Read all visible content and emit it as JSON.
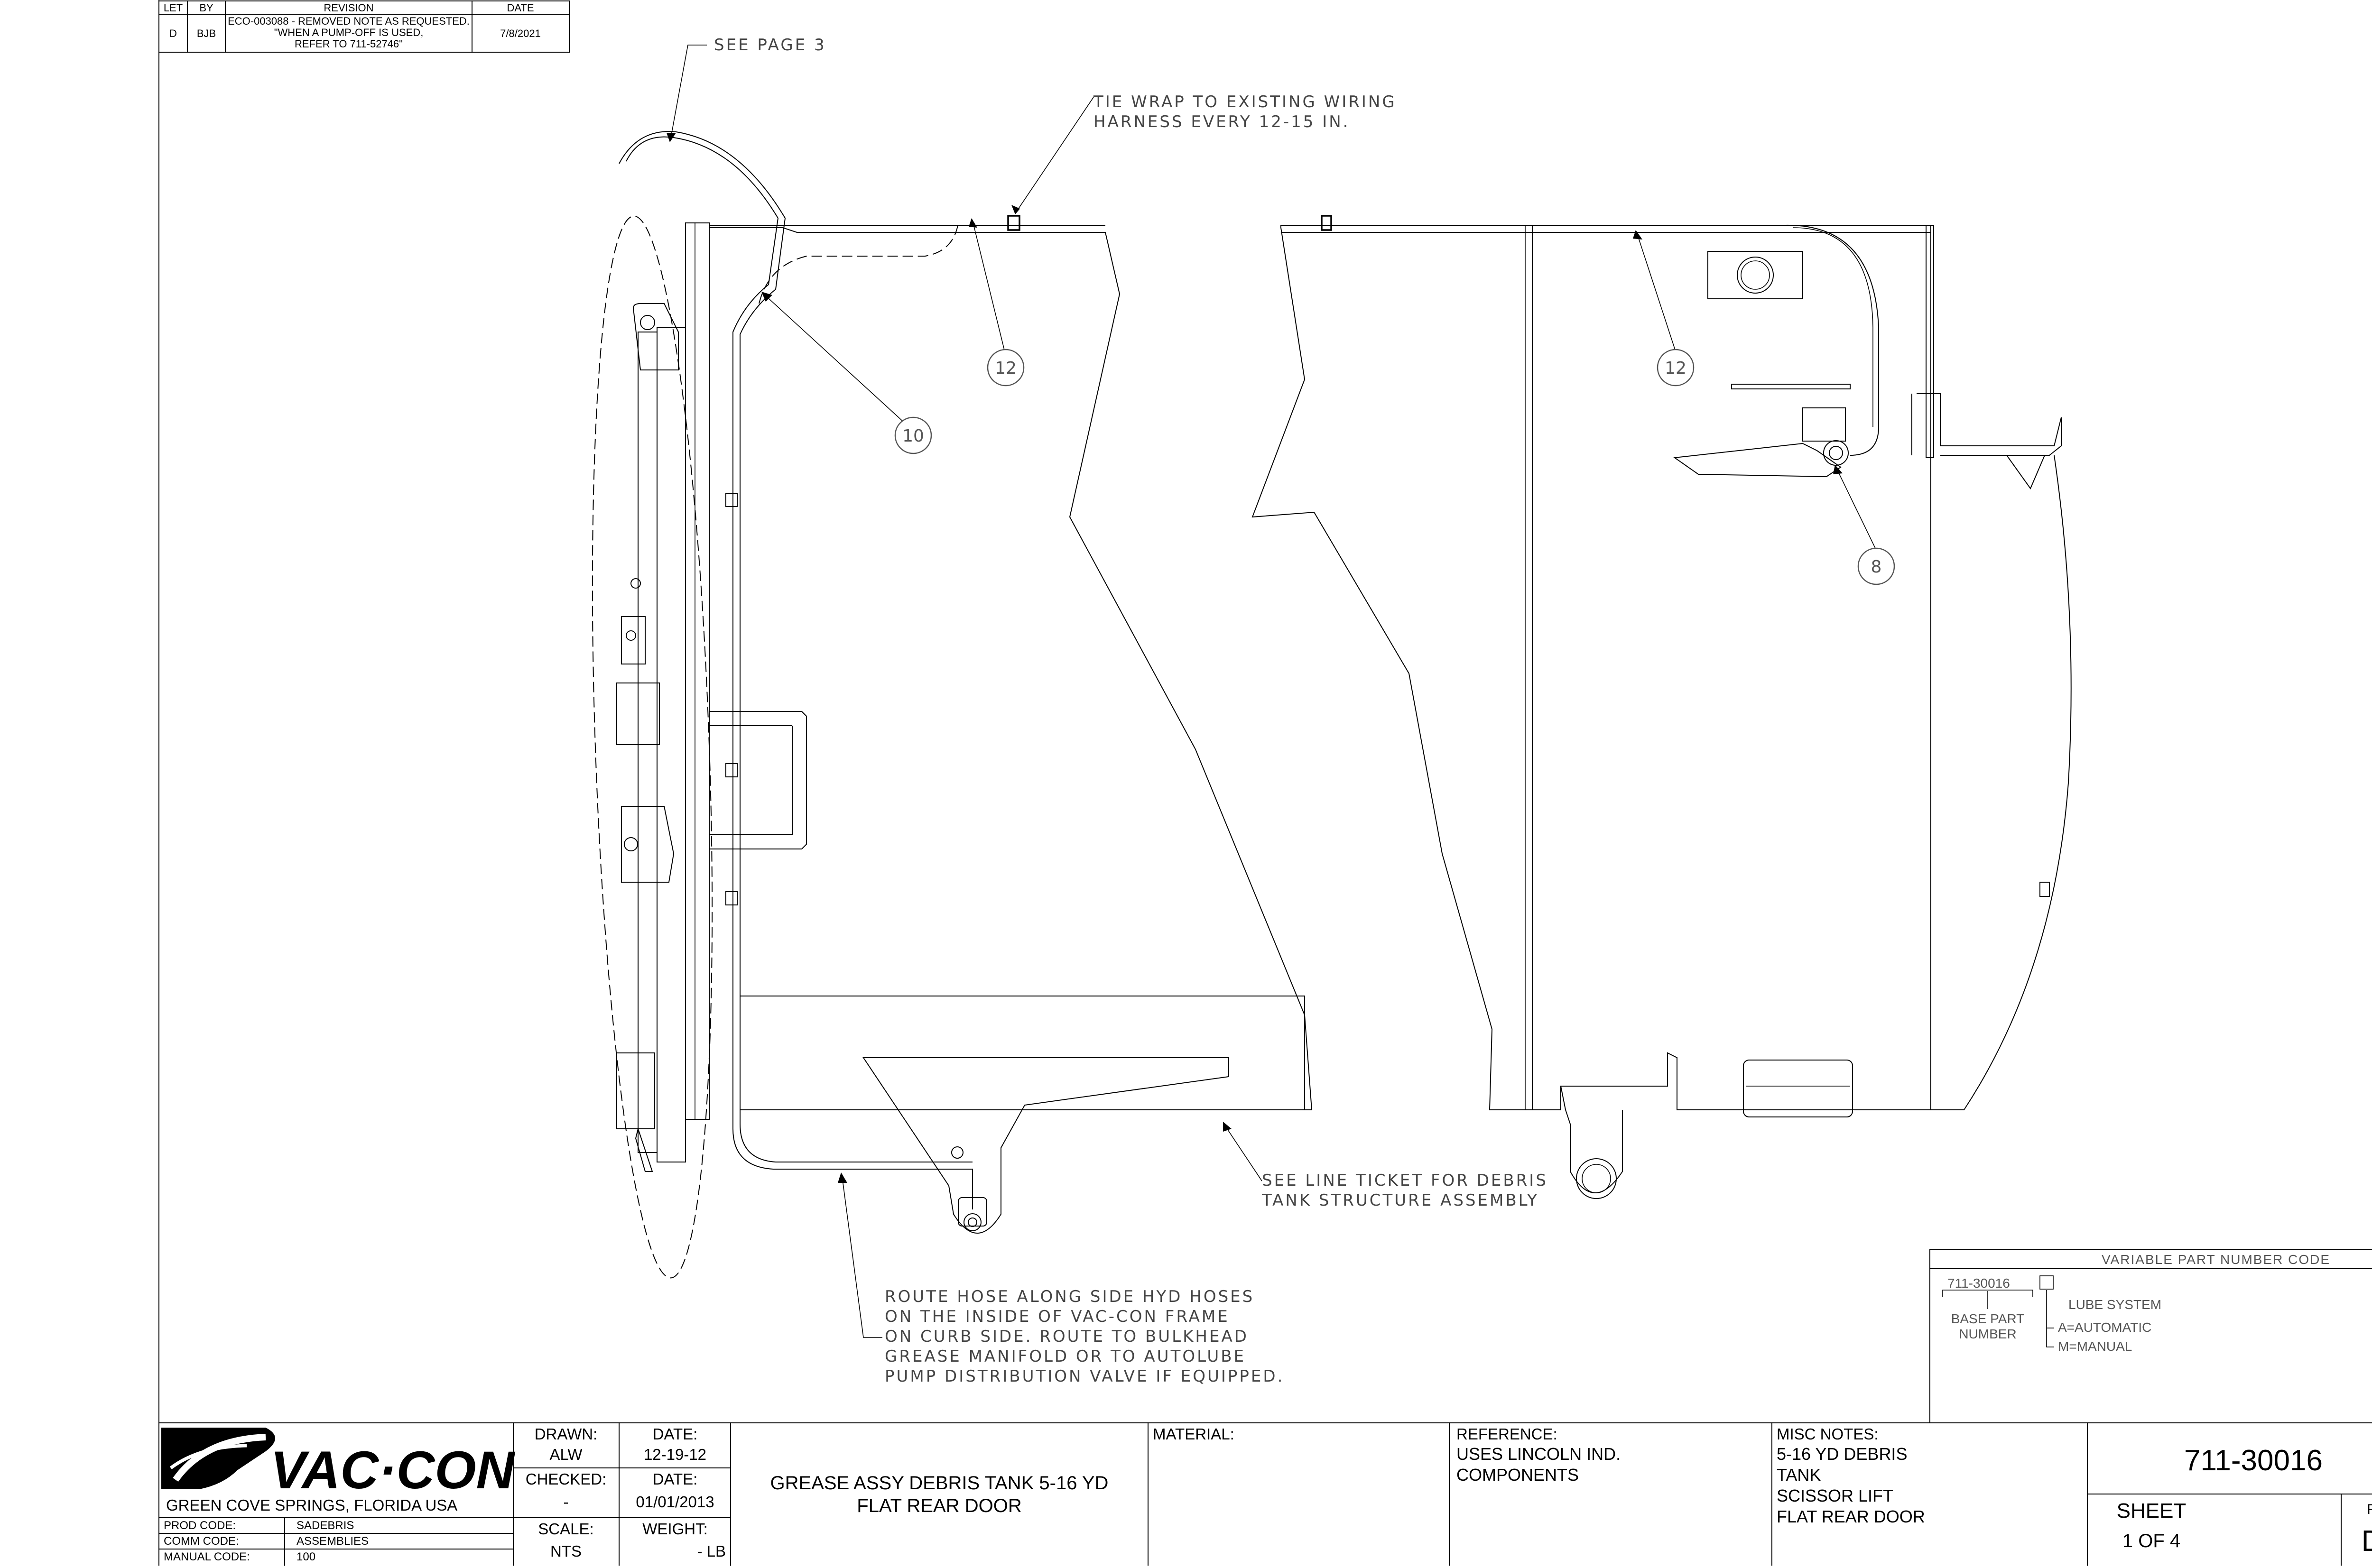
{
  "revision_block": {
    "headers": [
      "LET",
      "BY",
      "REVISION",
      "DATE"
    ],
    "rows": [
      {
        "let": "D",
        "by": "BJB",
        "revision_lines": [
          "ECO-003088 - REMOVED NOTE AS REQUESTED.",
          "\"WHEN A PUMP-OFF IS USED,",
          "REFER TO 711-52746\""
        ],
        "date": "7/8/2021"
      }
    ]
  },
  "notes": {
    "see_page": "SEE PAGE 3",
    "tie_wrap": [
      "TIE WRAP TO EXISTING WIRING",
      "HARNESS EVERY 12-15 IN."
    ],
    "line_ticket": [
      "SEE LINE TICKET FOR DEBRIS",
      "TANK STRUCTURE ASSEMBLY"
    ],
    "route_hose": [
      "ROUTE HOSE ALONG SIDE HYD HOSES",
      "ON THE INSIDE OF VAC-CON FRAME",
      "ON CURB SIDE.  ROUTE TO BULKHEAD",
      "GREASE MANIFOLD OR TO AUTOLUBE",
      "PUMP DISTRIBUTION VALVE IF EQUIPPED."
    ]
  },
  "balloons": [
    "12",
    "10",
    "12",
    "8"
  ],
  "variable_part": {
    "title": "VARIABLE PART NUMBER CODE",
    "base_code": "711-30016",
    "base_label": [
      "BASE PART",
      "NUMBER"
    ],
    "lube_label": "LUBE SYSTEM",
    "options": [
      "A=AUTOMATIC",
      "M=MANUAL"
    ]
  },
  "title_block": {
    "logo_text": "VAC·CON",
    "company_location": "GREEN COVE SPRINGS, FLORIDA USA",
    "prod_code_label": "PROD CODE:",
    "prod_code": "SADEBRIS",
    "comm_code_label": "COMM CODE:",
    "comm_code": "ASSEMBLIES",
    "manual_code_label": "MANUAL CODE:",
    "manual_code": "100",
    "drawn_label": "DRAWN:",
    "drawn": "ALW",
    "date1_label": "DATE:",
    "date1": "12-19-12",
    "checked_label": "CHECKED:",
    "checked": "-",
    "date2_label": "DATE:",
    "date2": "01/01/2013",
    "scale_label": "SCALE:",
    "scale": "NTS",
    "weight_label": "WEIGHT:",
    "weight": "- LB",
    "title_lines": [
      "GREASE ASSY DEBRIS TANK 5-16 YD",
      "FLAT REAR DOOR"
    ],
    "material_label": "MATERIAL:",
    "material": "",
    "reference_label": "REFERENCE:",
    "reference_lines": [
      "USES LINCOLN IND.",
      "COMPONENTS"
    ],
    "misc_label": "MISC NOTES:",
    "misc_lines": [
      "5-16 YD DEBRIS",
      "TANK",
      "SCISSOR LIFT",
      "FLAT REAR DOOR"
    ],
    "part_number": "711-30016",
    "sheet_label": "SHEET",
    "sheet": "1 OF 4",
    "rev_label": "REV",
    "rev": "D"
  }
}
